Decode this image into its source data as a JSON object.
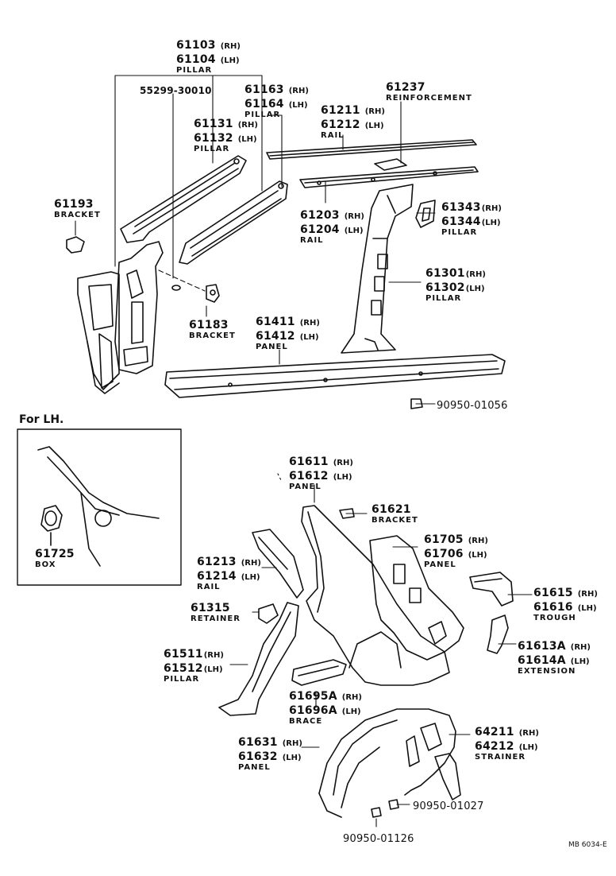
{
  "parts": {
    "p61103": {
      "pn1": "61103",
      "side1": "(RH)",
      "pn2": "61104",
      "side2": "(LH)",
      "name": "PILLAR"
    },
    "p55299": {
      "pn": "55299-30010"
    },
    "p61163": {
      "pn1": "61163",
      "side1": "(RH)",
      "pn2": "61164",
      "side2": "(LH)",
      "name": "PILLAR"
    },
    "p61131": {
      "pn1": "61131",
      "side1": "(RH)",
      "pn2": "61132",
      "side2": "(LH)",
      "name": "PILLAR"
    },
    "p61237": {
      "pn": "61237",
      "name": "REINFORCEMENT"
    },
    "p61211": {
      "pn1": "61211",
      "side1": "(RH)",
      "pn2": "61212",
      "side2": "(LH)",
      "name": "RAIL"
    },
    "p61193": {
      "pn": "61193",
      "name": "BRACKET"
    },
    "p61203": {
      "pn1": "61203",
      "side1": "(RH)",
      "pn2": "61204",
      "side2": "(LH)",
      "name": "RAIL"
    },
    "p61343": {
      "pn1": "61343",
      "side1": "(RH)",
      "pn2": "61344",
      "side2": "(LH)",
      "name": "PILLAR"
    },
    "p61301": {
      "pn1": "61301",
      "side1": "(RH)",
      "pn2": "61302",
      "side2": "(LH)",
      "name": "PILLAR"
    },
    "p61183": {
      "pn": "61183",
      "name": "BRACKET"
    },
    "p61411": {
      "pn1": "61411",
      "side1": "(RH)",
      "pn2": "61412",
      "side2": "(LH)",
      "name": "PANEL"
    },
    "p90950_01056": {
      "pn": "90950-01056"
    },
    "p61725": {
      "pn": "61725",
      "name": "BOX"
    },
    "p61611": {
      "pn1": "61611",
      "side1": "(RH)",
      "pn2": "61612",
      "side2": "(LH)",
      "name": "PANEL"
    },
    "p61621": {
      "pn": "61621",
      "name": "BRACKET"
    },
    "p61705": {
      "pn1": "61705",
      "side1": "(RH)",
      "pn2": "61706",
      "side2": "(LH)",
      "name": "PANEL"
    },
    "p61213": {
      "pn1": "61213",
      "side1": "(RH)",
      "pn2": "61214",
      "side2": "(LH)",
      "name": "RAIL"
    },
    "p61615": {
      "pn1": "61615",
      "side1": "(RH)",
      "pn2": "61616",
      "side2": "(LH)",
      "name": "TROUGH"
    },
    "p61315": {
      "pn": "61315",
      "name": "RETAINER"
    },
    "p61613A": {
      "pn1": "61613A",
      "side1": "(RH)",
      "pn2": "61614A",
      "side2": "(LH)",
      "name": "EXTENSION"
    },
    "p61511": {
      "pn1": "61511",
      "side1": "(RH)",
      "pn2": "61512",
      "side2": "(LH)",
      "name": "PILLAR"
    },
    "p61695A": {
      "pn1": "61695A",
      "side1": "(RH)",
      "pn2": "61696A",
      "side2": "(LH)",
      "name": "BRACE"
    },
    "p61631": {
      "pn1": "61631",
      "side1": "(RH)",
      "pn2": "61632",
      "side2": "(LH)",
      "name": "PANEL"
    },
    "p64211": {
      "pn1": "64211",
      "side1": "(RH)",
      "pn2": "64212",
      "side2": "(LH)",
      "name": "STRAINER"
    },
    "p90950_01027": {
      "pn": "90950-01027"
    },
    "p90950_01126": {
      "pn": "90950-01126"
    }
  },
  "inset": {
    "title": "For LH."
  },
  "figure_code": "MB 6034-E"
}
